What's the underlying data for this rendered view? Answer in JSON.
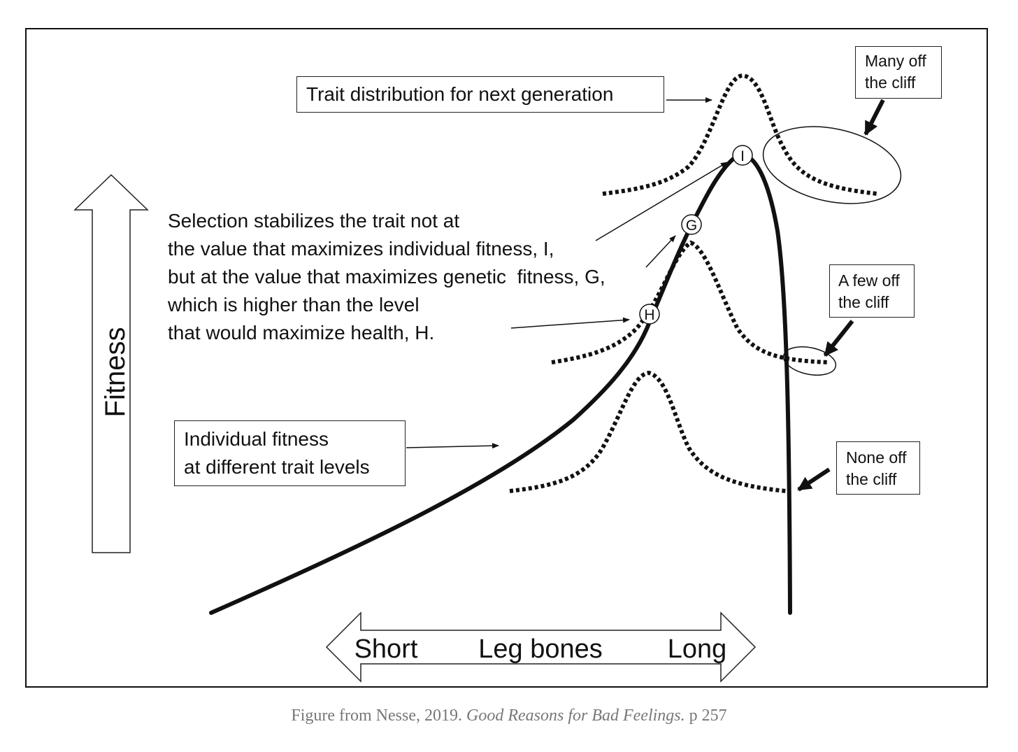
{
  "labels": {
    "next_gen": "Trait distribution for next generation",
    "many_off": [
      "Many off",
      "the cliff"
    ],
    "few_off": [
      "A few off",
      "the cliff"
    ],
    "none_off": [
      "None off",
      "the cliff"
    ],
    "selection": [
      "Selection stabilizes the trait not at",
      "the value that maximizes individual fitness, I,",
      "but at the value that maximizes genetic  fitness, G,",
      "which is higher than the level",
      "that would maximize health, H."
    ],
    "individual_fitness": [
      "Individual fitness",
      "at different trait levels"
    ],
    "fitness_axis": "Fitness",
    "leg_short": "Short",
    "leg_mid": "Leg bones",
    "leg_long": "Long"
  },
  "markers": {
    "I": "I",
    "G": "G",
    "H": "H"
  },
  "caption": {
    "prefix": "Figure from Nesse, 2019. ",
    "title": "Good Reasons for Bad Feelings.",
    "suffix": " p 257"
  },
  "colors": {
    "ink": "#111111",
    "caption": "#777777"
  }
}
